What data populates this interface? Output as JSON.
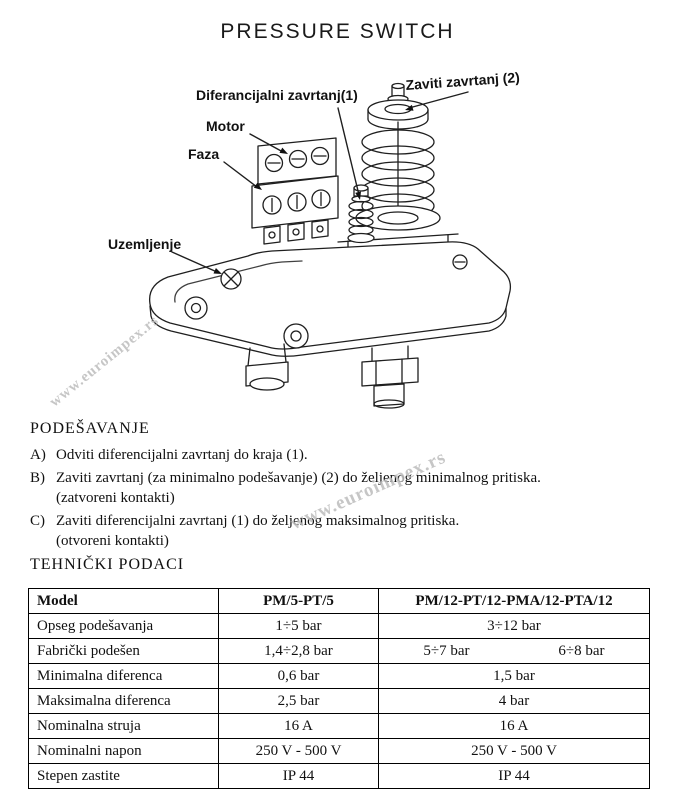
{
  "title": "PRESSURE SWITCH",
  "diagram": {
    "labels": {
      "zaviti_zavrtanj": "Zaviti zavrtanj (2)",
      "diferancijalni_zavrtanj": "Diferancijalni zavrtanj(1)",
      "motor": "Motor",
      "faza": "Faza",
      "uzemljenje": "Uzemljenje"
    },
    "watermark": "www.euroimpex.rs"
  },
  "adjustment": {
    "heading": "PODEŠAVANJE",
    "items": [
      {
        "letter": "A)",
        "text": "Odviti diferencijalni zavrtanj do kraja (1)."
      },
      {
        "letter": "B)",
        "text": "Zaviti zavrtanj (za minimalno podešavanje) (2) do željenog minimalnog pritiska.",
        "note": "(zatvoreni kontakti)"
      },
      {
        "letter": "C)",
        "text": "Zaviti diferencijalni zavrtanj (1) do željenog maksimalnog pritiska.",
        "note": "(otvoreni kontakti)"
      }
    ]
  },
  "specs": {
    "heading": "TEHNIČKI PODACI",
    "table": {
      "headers": [
        "Model",
        "PM/5-PT/5",
        "PM/12-PT/12-PMA/12-PTA/12"
      ],
      "rows": [
        [
          "Opseg podešavanja",
          "1÷5 bar",
          "3÷12 bar"
        ],
        [
          "Fabrički podešen",
          "1,4÷2,8 bar",
          [
            "5÷7 bar",
            "6÷8 bar"
          ]
        ],
        [
          "Minimalna diferenca",
          "0,6 bar",
          "1,5 bar"
        ],
        [
          "Maksimalna diferenca",
          "2,5 bar",
          "4 bar"
        ],
        [
          "Nominalna struja",
          "16 A",
          "16 A"
        ],
        [
          "Nominalni napon",
          "250 V - 500 V",
          "250 V - 500 V"
        ],
        [
          "Stepen zastite",
          "IP 44",
          "IP 44"
        ]
      ]
    }
  }
}
